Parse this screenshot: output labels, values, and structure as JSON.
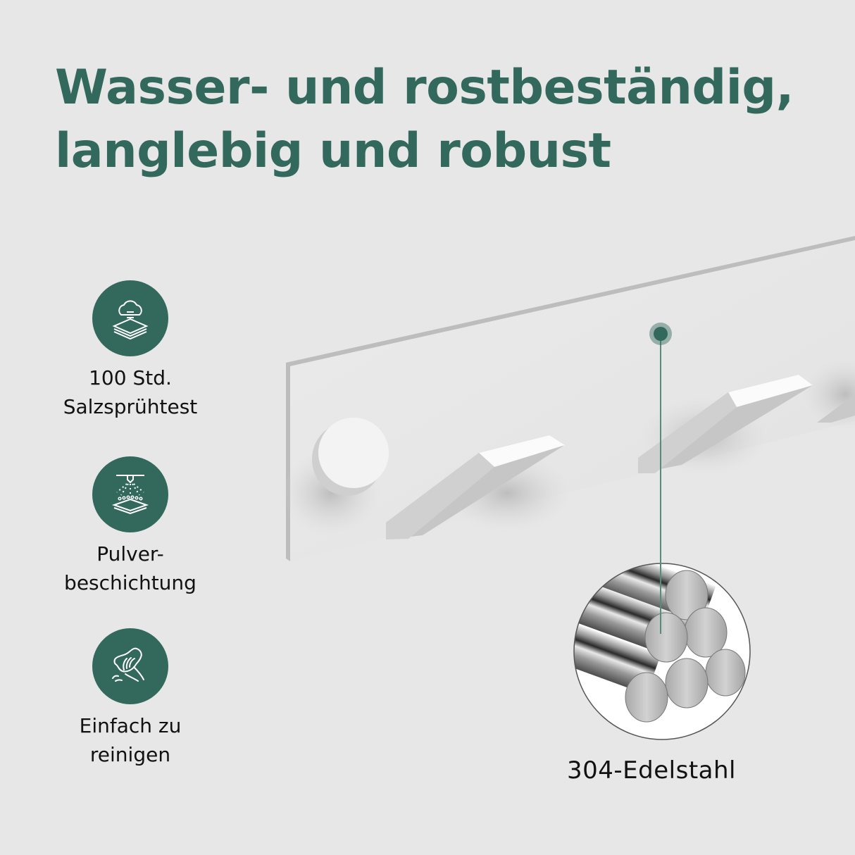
{
  "headline": {
    "line1": "Wasser- und rostbeständig,",
    "line2": "langlebig und robust"
  },
  "features": [
    {
      "icon": "salt-spray-test-icon",
      "line1": "100 Std.",
      "line2": "Salzsprühtest"
    },
    {
      "icon": "powder-coating-spray-icon",
      "line1": "Pulver-",
      "line2": "beschichtung"
    },
    {
      "icon": "hand-wiping-icon",
      "line1": "Einfach zu",
      "line2": "reinigen"
    }
  ],
  "material": {
    "icon": "steel-rods-icon",
    "caption": "304-Edelstahl"
  },
  "colors": {
    "accent": "#33695c",
    "background": "#e7e7e7",
    "text": "#111111"
  }
}
